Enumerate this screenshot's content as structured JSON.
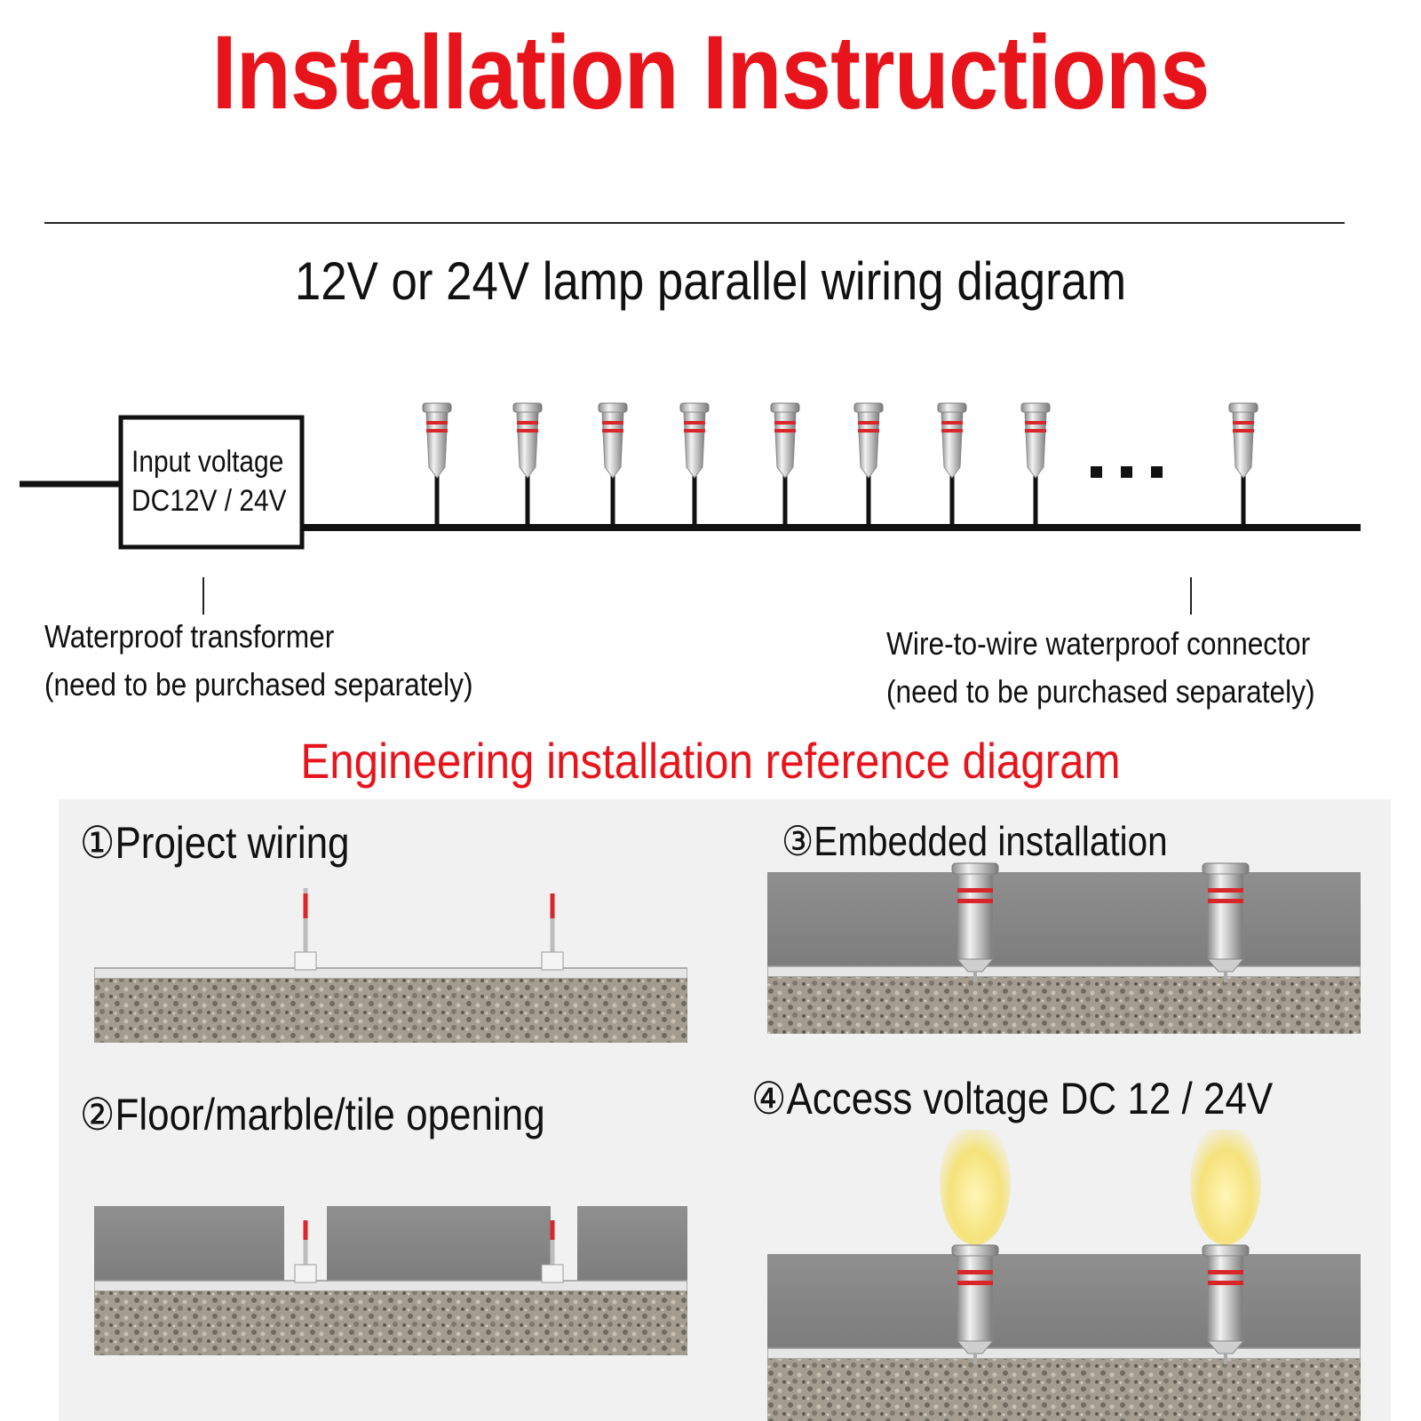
{
  "header": {
    "title": "Installation Instructions"
  },
  "wiring": {
    "title": "12V or 24V lamp parallel wiring diagram",
    "input_box_line1": "Input voltage",
    "input_box_line2": "DC12V / 24V",
    "ellipsis": "...",
    "transformer_label_line1": "Waterproof transformer",
    "transformer_label_line2": "(need to be purchased separately)",
    "connector_label_line1": "Wire-to-wire waterproof connector",
    "connector_label_line2": "(need to be purchased separately)"
  },
  "engineering": {
    "title": "Engineering installation reference diagram",
    "steps": [
      {
        "label": "①Project wiring"
      },
      {
        "label": "②Floor/marble/tile opening"
      },
      {
        "label": "③Embedded installation"
      },
      {
        "label": "④Access voltage DC 12 / 24V"
      }
    ]
  },
  "colors": {
    "title_red": "#e8141b",
    "lamp_ring": "#d8262b",
    "light_glow": "#f5e27a",
    "concrete": "#8a8a8a",
    "gravel": "#9c9587"
  }
}
